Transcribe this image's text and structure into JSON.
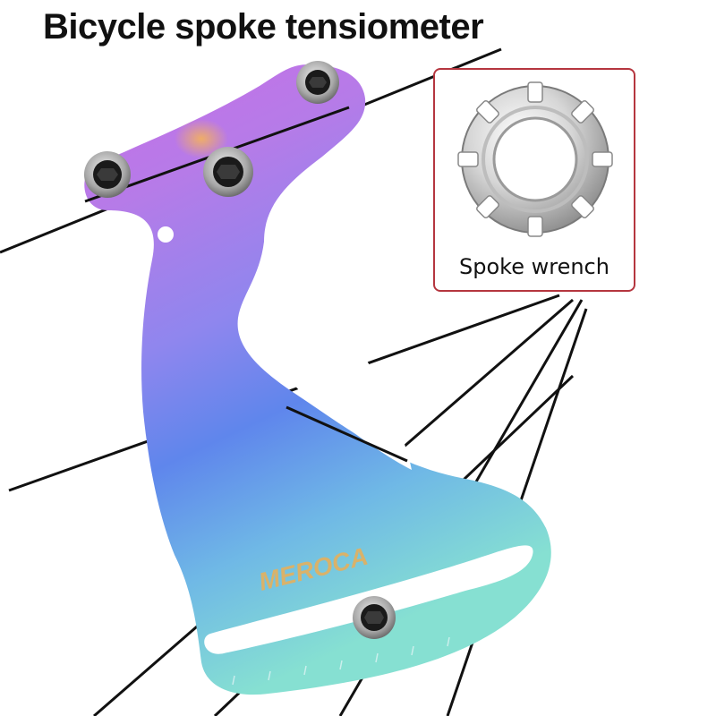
{
  "title": "Bicycle spoke tensiometer",
  "inset": {
    "caption": "Spoke wrench"
  },
  "brand": "MEROCA",
  "colors": {
    "inset_border": "#b5363f",
    "spoke": "#111111",
    "tool_purple": "#c86ee6",
    "tool_blue": "#4f7fe8",
    "tool_teal": "#7fdcd8"
  }
}
